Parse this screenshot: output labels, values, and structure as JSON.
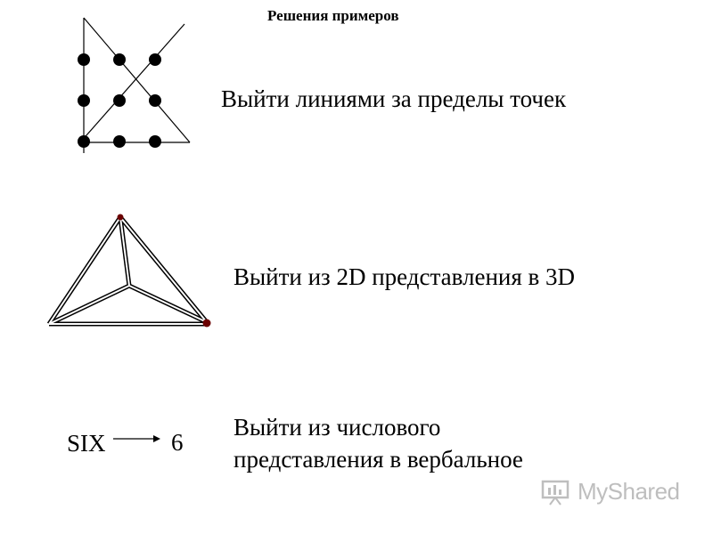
{
  "header": {
    "title": "Решения примеров"
  },
  "examples": [
    {
      "caption": "Выйти линиями за пределы точек"
    },
    {
      "caption": "Выйти из 2D представления в 3D"
    },
    {
      "caption_lines": [
        "Выйти из числового",
        "представления в вербальное"
      ]
    }
  ],
  "verbal": {
    "word": "SIX",
    "number": "6"
  },
  "watermark": {
    "text": "MyShared"
  },
  "colors": {
    "ink": "#000000",
    "watermark": "#8a8a8a",
    "pyramid_vertex": "#6b0000"
  }
}
